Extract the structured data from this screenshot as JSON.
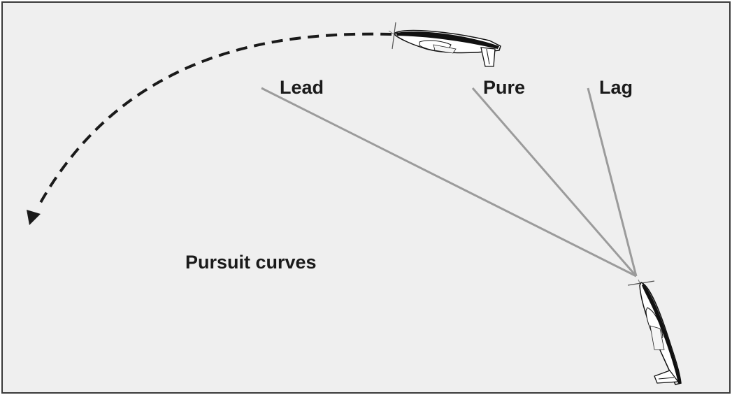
{
  "labels": {
    "lead": "Lead",
    "pure": "Pure",
    "lag": "Lag",
    "title": "Pursuit curves"
  },
  "colors": {
    "background": "#efefef",
    "frame": "#3a3a3a",
    "sight_line": "#9b9b9b",
    "path": "#1a1a1a",
    "text": "#1a1a1a",
    "aircraft_body": "#ffffff",
    "aircraft_stripe": "#111111"
  },
  "icons": {
    "target_aircraft": "airplane-side-view-icon",
    "pursuer_aircraft": "airplane-top-view-icon",
    "path_arrowhead": "arrowhead-icon"
  }
}
